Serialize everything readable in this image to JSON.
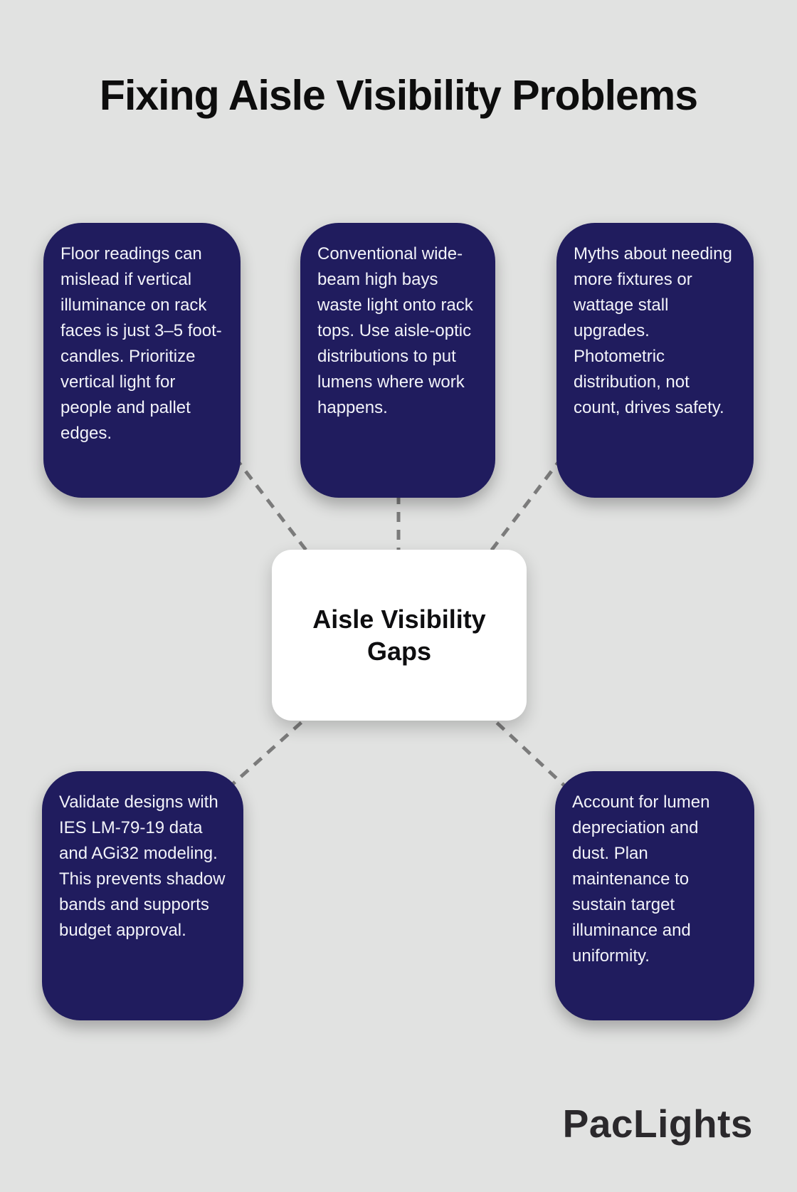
{
  "title": "Fixing Aisle Visibility Problems",
  "center": {
    "label": "Aisle Visibility Gaps"
  },
  "cards": [
    {
      "id": "floor-readings",
      "text": "Floor readings can mislead if vertical illuminance on rack faces is just 3–5 foot-candles. Prioritize vertical light for people and pallet edges."
    },
    {
      "id": "wide-beam-waste",
      "text": "Conventional wide-beam high bays waste light onto rack tops. Use aisle-optic distributions to put lumens where work happens."
    },
    {
      "id": "fixture-myths",
      "text": "Myths about needing more fixtures or wattage stall upgrades. Photometric distribution, not count, drives safety."
    },
    {
      "id": "validate-designs",
      "text": "Validate designs with IES LM-79-19 data and AGi32 modeling. This prevents shadow bands and supports budget approval."
    },
    {
      "id": "lumen-depreciation",
      "text": "Account for lumen depreciation and dust. Plan maintenance to sustain target illuminance and uniformity."
    }
  ],
  "logo": {
    "text": "PacLights"
  },
  "colors": {
    "background": "#e1e2e1",
    "card": "#201c5e",
    "card_text": "#f2f3f9",
    "center_bg": "#ffffff",
    "center_text": "#0e0e10",
    "connector_line": "#7b7b7b",
    "title": "#0d0d0d",
    "logo": "#2b292c"
  }
}
